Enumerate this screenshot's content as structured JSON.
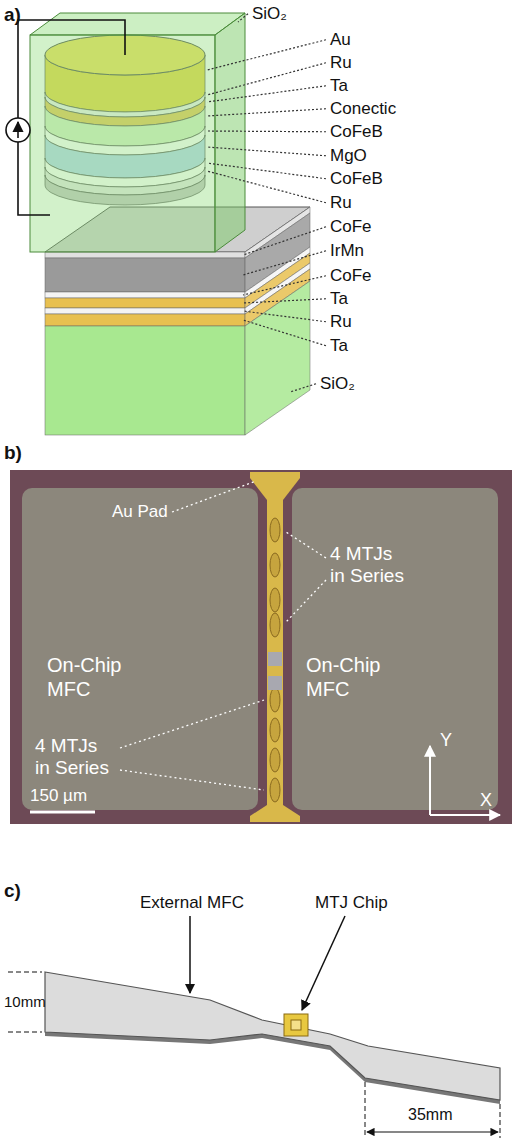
{
  "diagram": {
    "nodes": [
      {
        "text": [
          "On-Chip MFC"
        ]
      },
      {
        "text": [
          "On-Chip MFC"
        ]
      }
    ],
    "labels": [
      "a)",
      "SiO₂",
      "Au",
      "Ru",
      "Ta",
      "Conectic",
      "CoFeB",
      "MgO",
      "CoFeB",
      "Ru",
      "CoFe",
      "IrMn",
      "CoFe",
      "Ta",
      "Ru",
      "Ta",
      "SiO₂",
      "b)",
      "Au Pad",
      "4 MTJs in Series",
      "4 MTJs in Series",
      "150 µm",
      "Y",
      "X",
      "c)",
      "External MFC",
      "MTJ Chip",
      "10mm",
      "35mm"
    ]
  }
}
